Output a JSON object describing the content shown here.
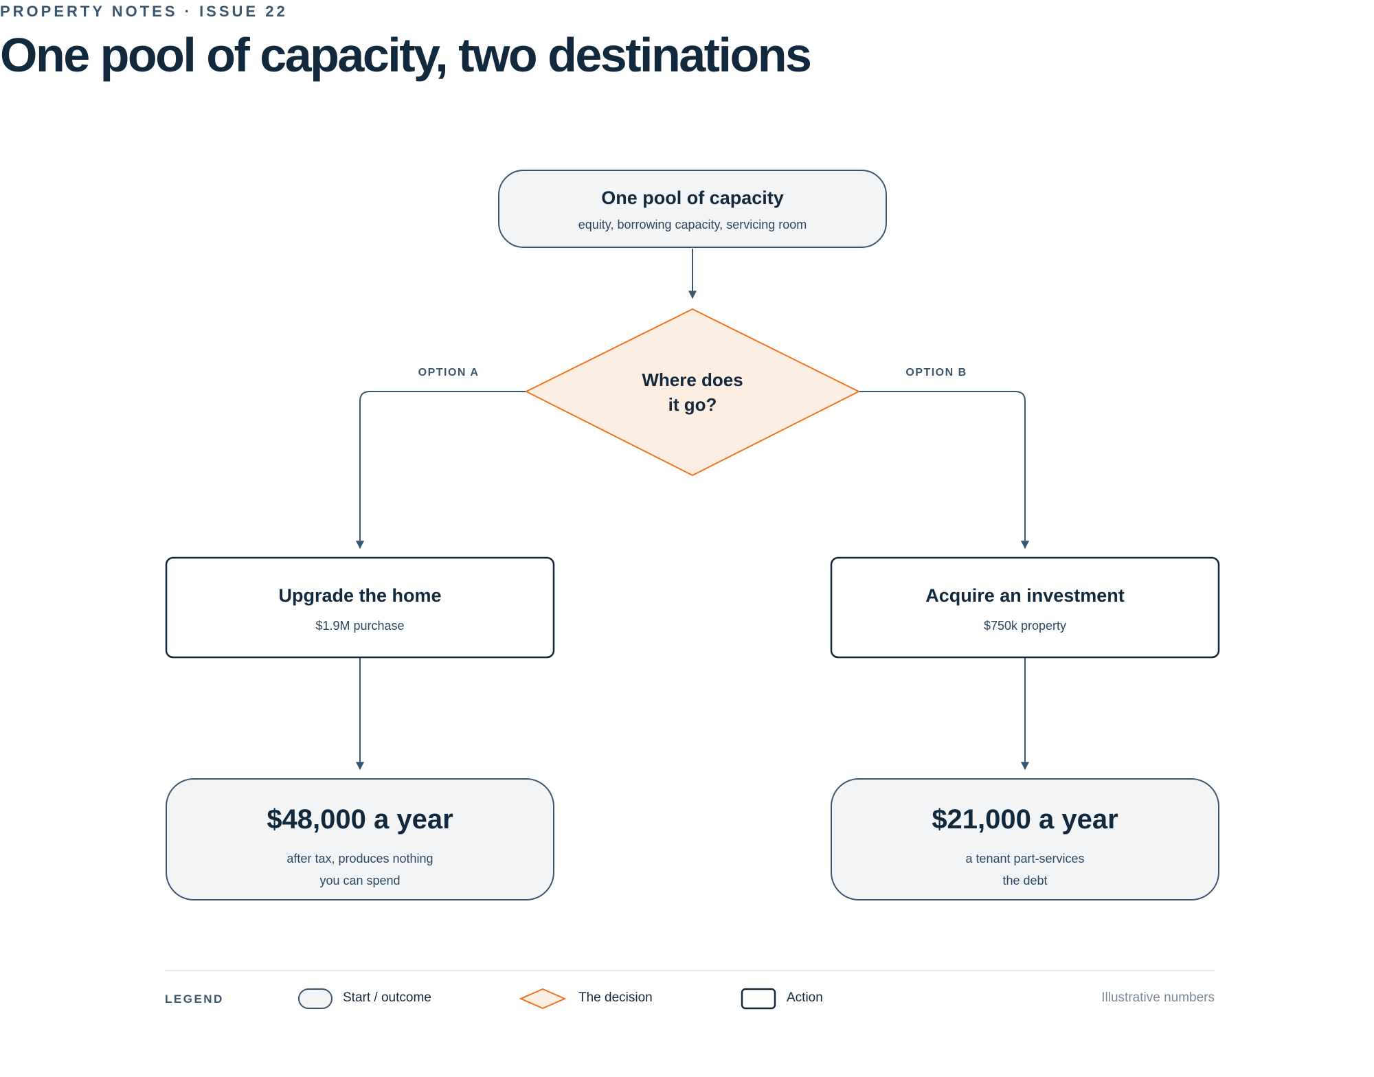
{
  "header": {
    "eyebrow": "PROPERTY NOTES · ISSUE 22",
    "title": "One pool of capacity, two destinations"
  },
  "diagram": {
    "start": {
      "title": "One pool of capacity",
      "subtitle": "equity, borrowing capacity, servicing room"
    },
    "decision": {
      "line1": "Where does",
      "line2": "it go?"
    },
    "branches": {
      "a": {
        "label": "OPTION A",
        "action_title": "Upgrade the home",
        "action_subtitle": "$1.9M purchase",
        "outcome_value": "$48,000 a year",
        "outcome_line1": "after tax, produces nothing",
        "outcome_line2": "you can spend"
      },
      "b": {
        "label": "OPTION B",
        "action_title": "Acquire an investment",
        "action_subtitle": "$750k property",
        "outcome_value": "$21,000 a year",
        "outcome_line1": "a tenant part-services",
        "outcome_line2": "the debt"
      }
    }
  },
  "legend": {
    "label": "LEGEND",
    "start_outcome": "Start / outcome",
    "decision": "The decision",
    "action": "Action",
    "note": "Illustrative numbers"
  },
  "colors": {
    "ink": "#12293d",
    "line": "#3a5670",
    "decision_stroke": "#f07320",
    "decision_fill": "#fdeee4",
    "soft_fill": "#f2f4f6"
  }
}
